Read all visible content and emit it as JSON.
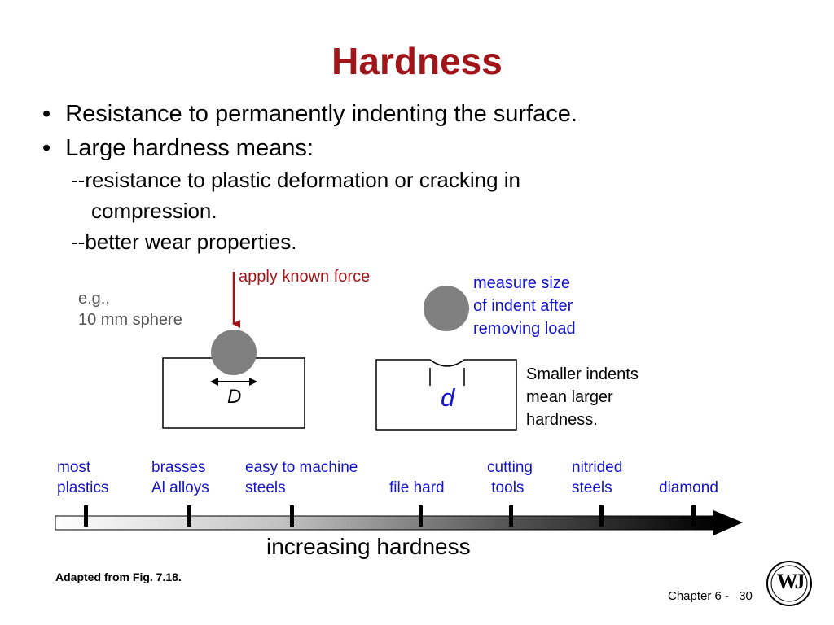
{
  "title": "Hardness",
  "bullets": [
    "Resistance to permanently indenting the surface.",
    "Large hardness means:"
  ],
  "sub_bullets": [
    "--resistance to plastic deformation or cracking in",
    "compression.",
    "--better wear properties."
  ],
  "diagram": {
    "example_line1": "e.g.,",
    "example_line2": "10 mm sphere",
    "force_label": "apply known force",
    "measure_line1": "measure size",
    "measure_line2": "of indent after",
    "measure_line3": "removing load",
    "diameter_big": "D",
    "diameter_small": "d",
    "note_line1": "Smaller indents",
    "note_line2": "mean larger",
    "note_line3": "hardness."
  },
  "scale": {
    "items": [
      {
        "line1": "most",
        "line2": "plastics"
      },
      {
        "line1": "brasses",
        "line2": "Al alloys"
      },
      {
        "line1": "easy to machine",
        "line2": "steels"
      },
      {
        "line1": "",
        "line2": "file hard"
      },
      {
        "line1": "cutting",
        "line2": " tools"
      },
      {
        "line1": "nitrided",
        "line2": "steels"
      },
      {
        "line1": "",
        "line2": "diamond"
      }
    ],
    "caption": "increasing hardness"
  },
  "footer": {
    "adapted": "Adapted from Fig. 7.18.",
    "chapter": "Chapter 6 -",
    "page": "30",
    "logo_alt": "WJ"
  },
  "colors": {
    "title": "#a0151a",
    "accent_blue": "#1414c8",
    "sphere": "#808080"
  }
}
